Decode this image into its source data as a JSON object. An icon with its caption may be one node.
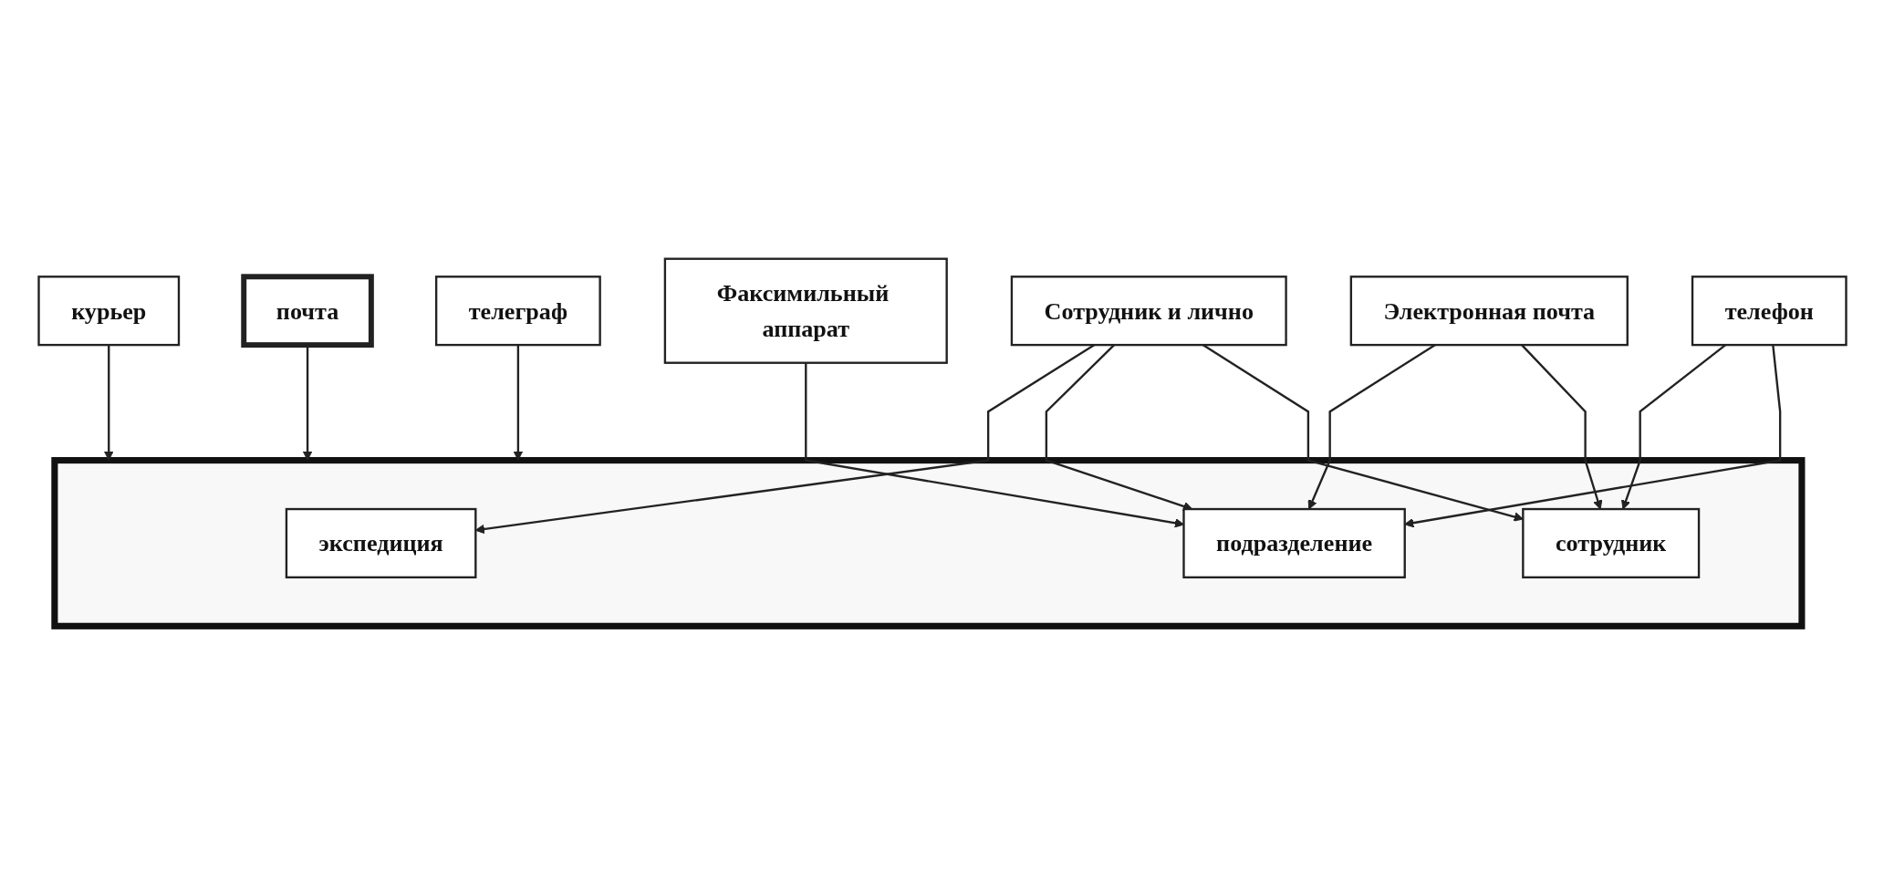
{
  "diagram": {
    "nodes": [
      {
        "text": [
          "курьер"
        ]
      },
      {
        "text": [
          "почта"
        ]
      },
      {
        "text": [
          "телеграф"
        ]
      },
      {
        "text": [
          "Факсимильный аппарат"
        ]
      },
      {
        "text": [],
        "shape": "box"
      },
      {
        "text": [
          "экспедиция"
        ],
        "in": 4
      },
      {
        "text": [
          "подразделение"
        ],
        "in": 4
      },
      {
        "text": [
          "сотрудник"
        ],
        "in": 4
      },
      {
        "text": [
          "Сотрудник и лично"
        ]
      },
      {
        "text": [
          "Электронная почта"
        ]
      },
      {
        "text": [
          "телефон"
        ]
      }
    ],
    "edges": [
      {
        "from": 0,
        "to": 4,
        "arrow": "to"
      },
      {
        "from": 1,
        "to": 4,
        "arrow": "to"
      },
      {
        "from": 2,
        "to": 4,
        "arrow": "to"
      },
      {
        "from": 3,
        "to": 6,
        "arrow": "to"
      },
      {
        "from": 8,
        "to": 5,
        "arrow": "to"
      },
      {
        "from": 8,
        "to": 6,
        "arrow": "to"
      },
      {
        "from": 8,
        "to": 7,
        "arrow": "to"
      },
      {
        "from": 9,
        "to": 6,
        "arrow": "to"
      },
      {
        "from": 9,
        "to": 7,
        "arrow": "to"
      },
      {
        "from": 10,
        "to": 7,
        "arrow": "to"
      },
      {
        "from": 10,
        "to": 6,
        "arrow": "to"
      }
    ]
  }
}
